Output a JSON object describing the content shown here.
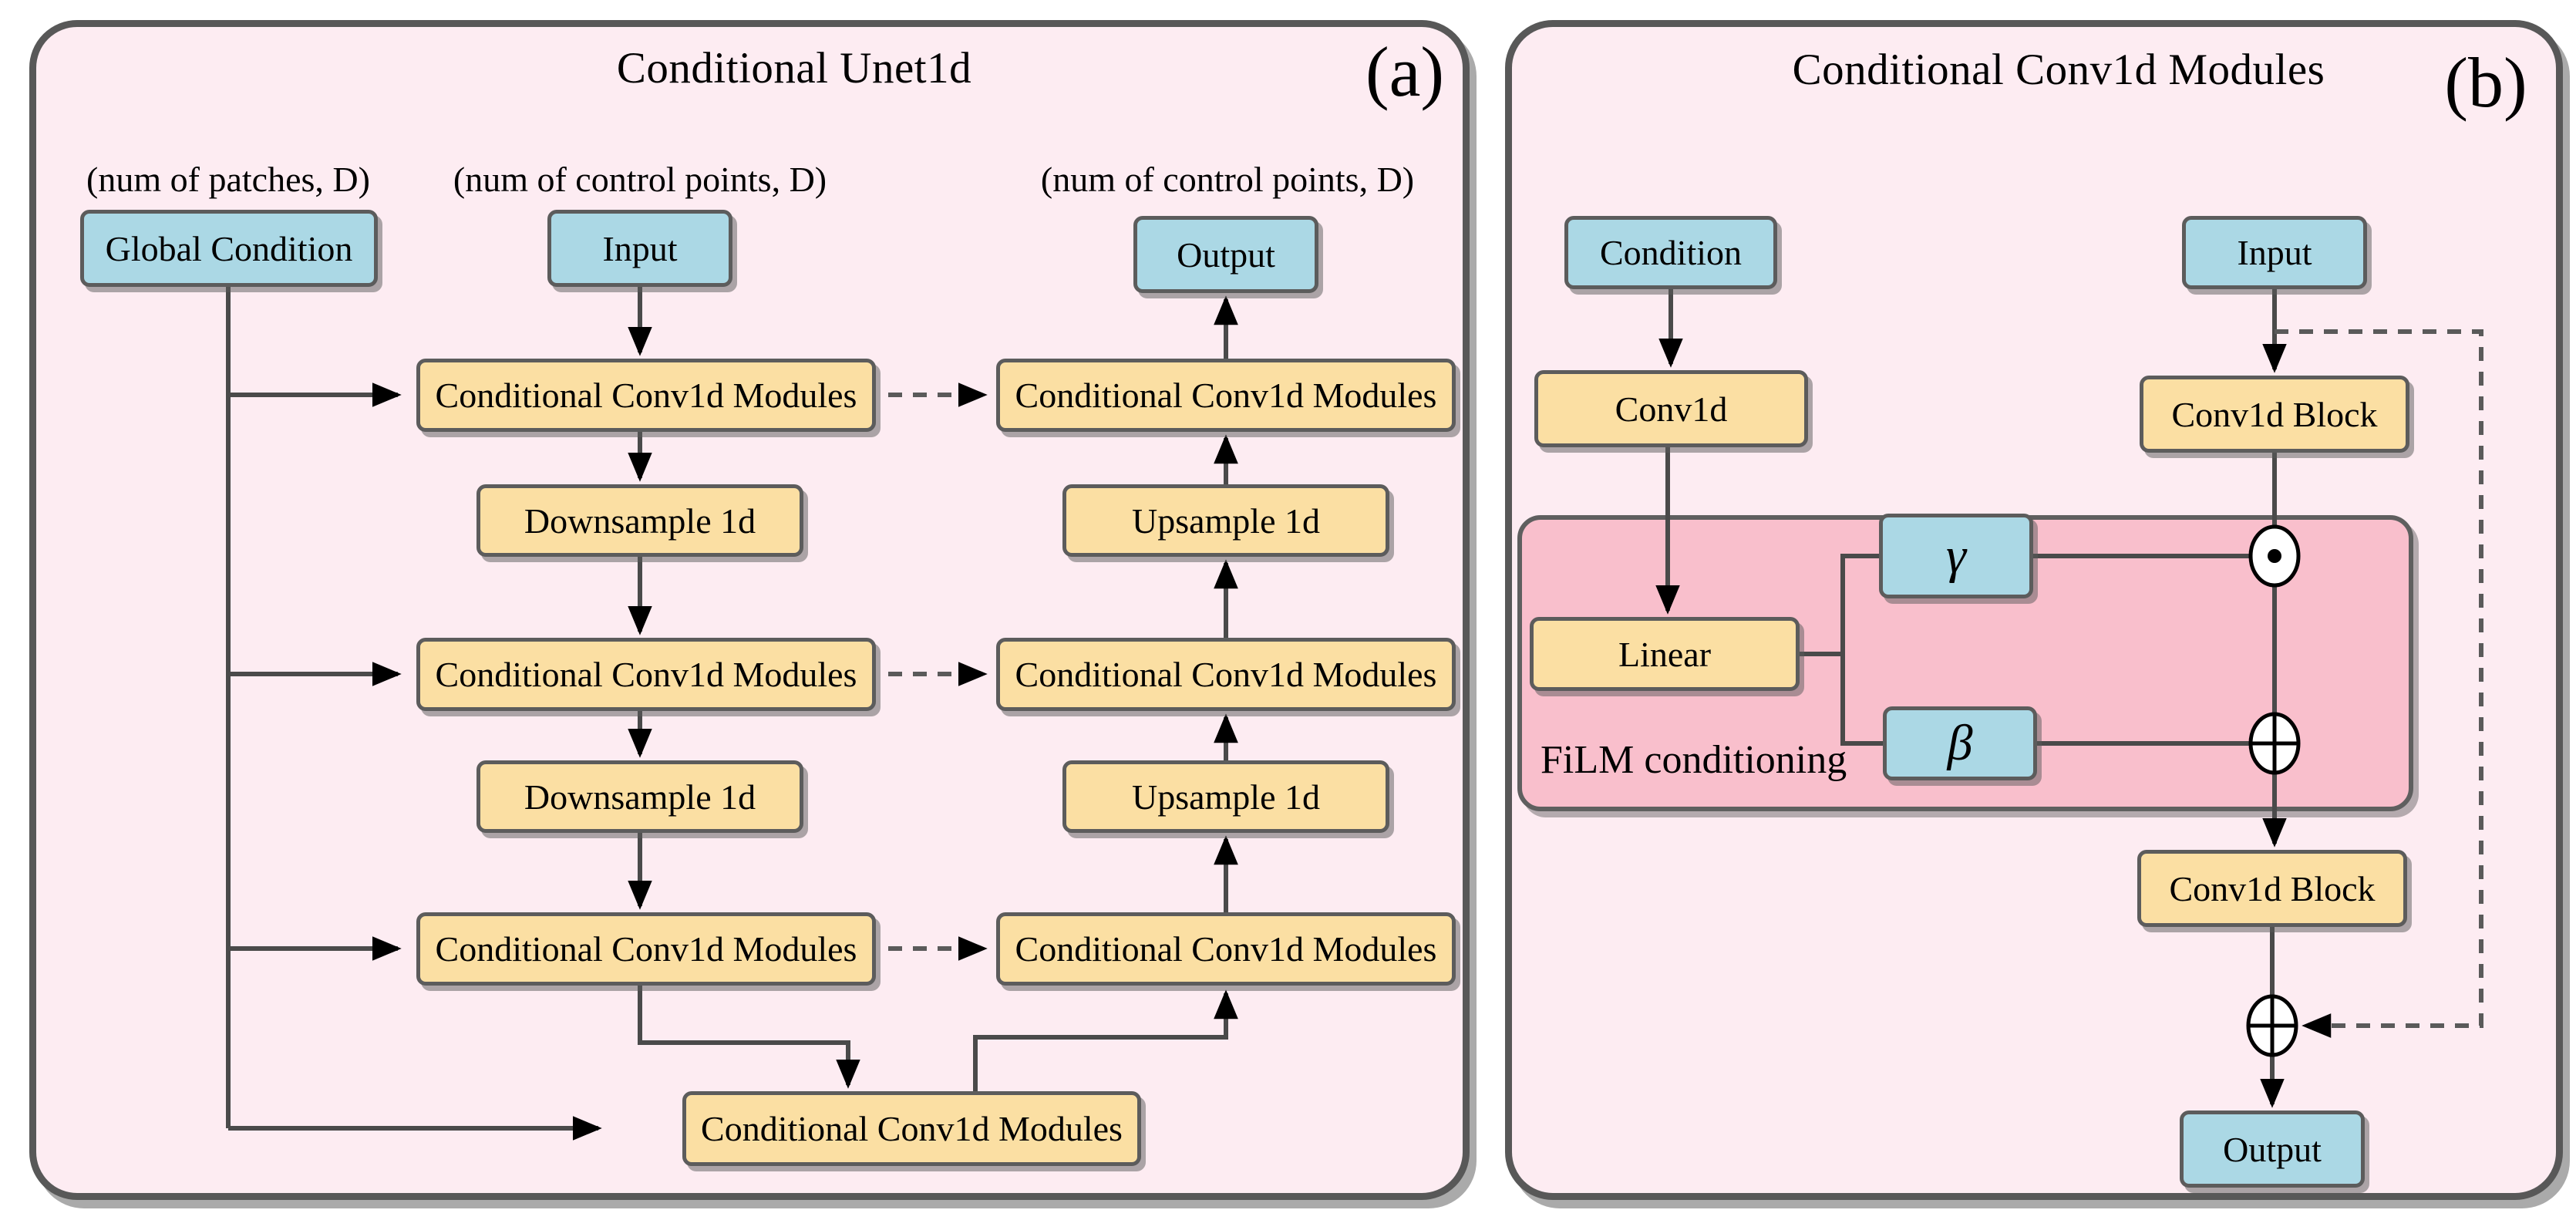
{
  "figure": {
    "panel_a": {
      "title": "Conditional Unet1d",
      "tag": "(a)",
      "shape_labels": {
        "global_condition": "(num of patches, D)",
        "input": "(num of control points, D)",
        "output": "(num of control points, D)"
      },
      "nodes": {
        "global_condition": "Global Condition",
        "input": "Input",
        "output": "Output",
        "enc_block_1": "Conditional Conv1d Modules",
        "downsample_1": "Downsample 1d",
        "enc_block_2": "Conditional Conv1d Modules",
        "downsample_2": "Downsample 1d",
        "enc_block_3": "Conditional Conv1d Modules",
        "bottleneck_block": "Conditional Conv1d Modules",
        "dec_block_1": "Conditional Conv1d Modules",
        "upsample_1": "Upsample 1d",
        "dec_block_2": "Conditional Conv1d Modules",
        "upsample_2": "Upsample 1d",
        "dec_block_3": "Conditional Conv1d Modules"
      }
    },
    "panel_b": {
      "title": "Conditional Conv1d Modules",
      "tag": "(b)",
      "film_label": "FiLM conditioning",
      "nodes": {
        "condition": "Condition",
        "input": "Input",
        "conv1d": "Conv1d",
        "linear": "Linear",
        "gamma": "γ",
        "beta": "β",
        "conv1d_block_top": "Conv1d Block",
        "conv1d_block_bottom": "Conv1d Block",
        "output": "Output"
      },
      "operators": {
        "multiply": "⊙",
        "add_film": "⊕",
        "add_residual": "⊕"
      }
    },
    "colors": {
      "page_background": "#ffffff",
      "panel_background": "#fdecf2",
      "node_blue": "#abd8e5",
      "node_orange": "#fbdfa3",
      "film_pink": "#f9bfcc",
      "panel_border_gray": "#585858",
      "line_gray": "#4a4a4a",
      "arrowhead_black": "#000000"
    }
  }
}
